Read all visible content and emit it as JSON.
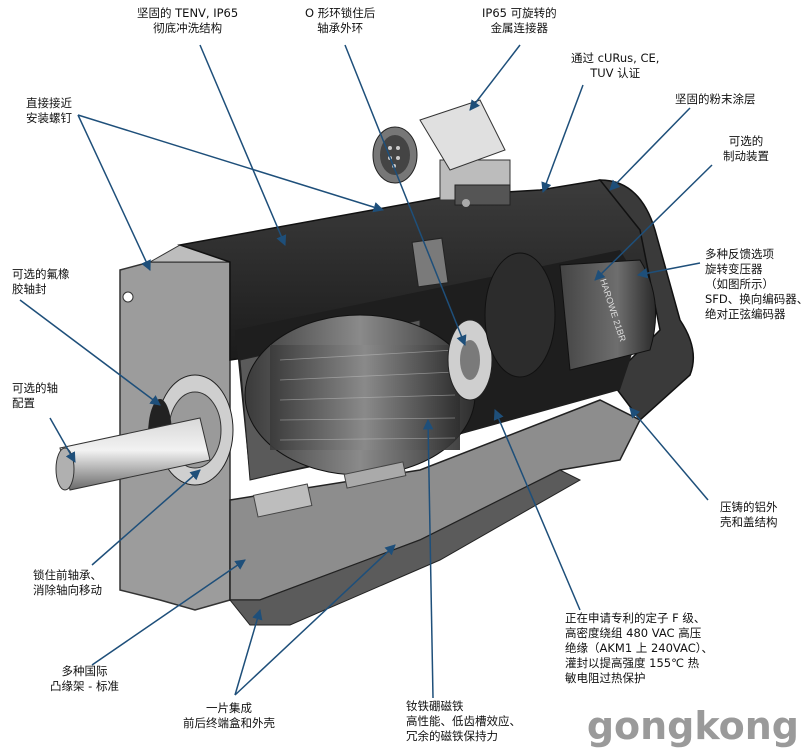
{
  "labels": {
    "tenv": [
      "坚固的 TENV, IP65",
      "彻底冲洗结构"
    ],
    "oring": [
      "O 形环锁住后",
      "轴承外环"
    ],
    "connector": [
      "IP65 可旋转的",
      "金属连接器"
    ],
    "cert": [
      "通过 cURus, CE,",
      "TUV 认证"
    ],
    "coating": [
      "坚固的粉末涂层"
    ],
    "screws": [
      "直接接近",
      "安装螺钉"
    ],
    "brake": [
      "可选的",
      "制动装置"
    ],
    "seal": [
      "可选的氟橡",
      "胶轴封"
    ],
    "feedback": [
      "多种反馈选项",
      "旋转变压器",
      "（如图所示）",
      "SFD、换向编码器、",
      "绝对正弦编码器"
    ],
    "shaft": [
      "可选的轴",
      "配置"
    ],
    "housing": [
      "压铸的铝外",
      "壳和盖结构"
    ],
    "bearing": [
      "锁住前轴承、",
      "消除轴向移动"
    ],
    "stator": [
      "正在申请专利的定子 F 级、",
      "高密度绕组 480 VAC 高压",
      "绝缘（AKM1 上 240VAC）、",
      "灌封以提高强度 155℃ 热",
      "敏电阻过热保护"
    ],
    "flange": [
      "多种国际",
      "凸缘架 - 标准"
    ],
    "terminal": [
      "一片集成",
      "前后终端盒和外壳"
    ],
    "magnet": [
      "钕铁硼磁铁",
      "高性能、低齿槽效应、",
      "冗余的磁铁保持力"
    ]
  },
  "resolver_print": "HAROWE 21BR",
  "watermark": "gongkong",
  "colors": {
    "leader": "#1e4f7a",
    "text": "#111111",
    "watermark": "#9a9a9a"
  }
}
